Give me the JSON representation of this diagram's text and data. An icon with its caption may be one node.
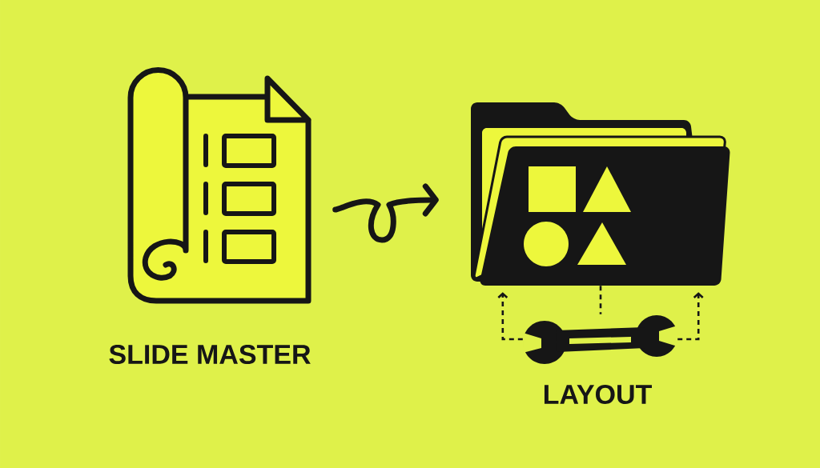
{
  "diagram": {
    "nodes": [
      {
        "text": [
          "SLIDE MASTER"
        ]
      },
      {
        "text": [],
        "shape": "picture"
      },
      {
        "text": [],
        "shape": "picture",
        "beside": [
          "LAYOUT"
        ]
      }
    ],
    "edges": [
      {
        "from": 0,
        "to": 1,
        "arrow": "to",
        "style": "thick"
      },
      {
        "from": 2,
        "to": 1,
        "arrow": "to",
        "style": "dashed"
      },
      {
        "from": 1,
        "to": 2,
        "arrow": "none",
        "style": "dashed"
      },
      {
        "from": 2,
        "to": 1,
        "arrow": "to",
        "style": "dashed"
      }
    ]
  }
}
